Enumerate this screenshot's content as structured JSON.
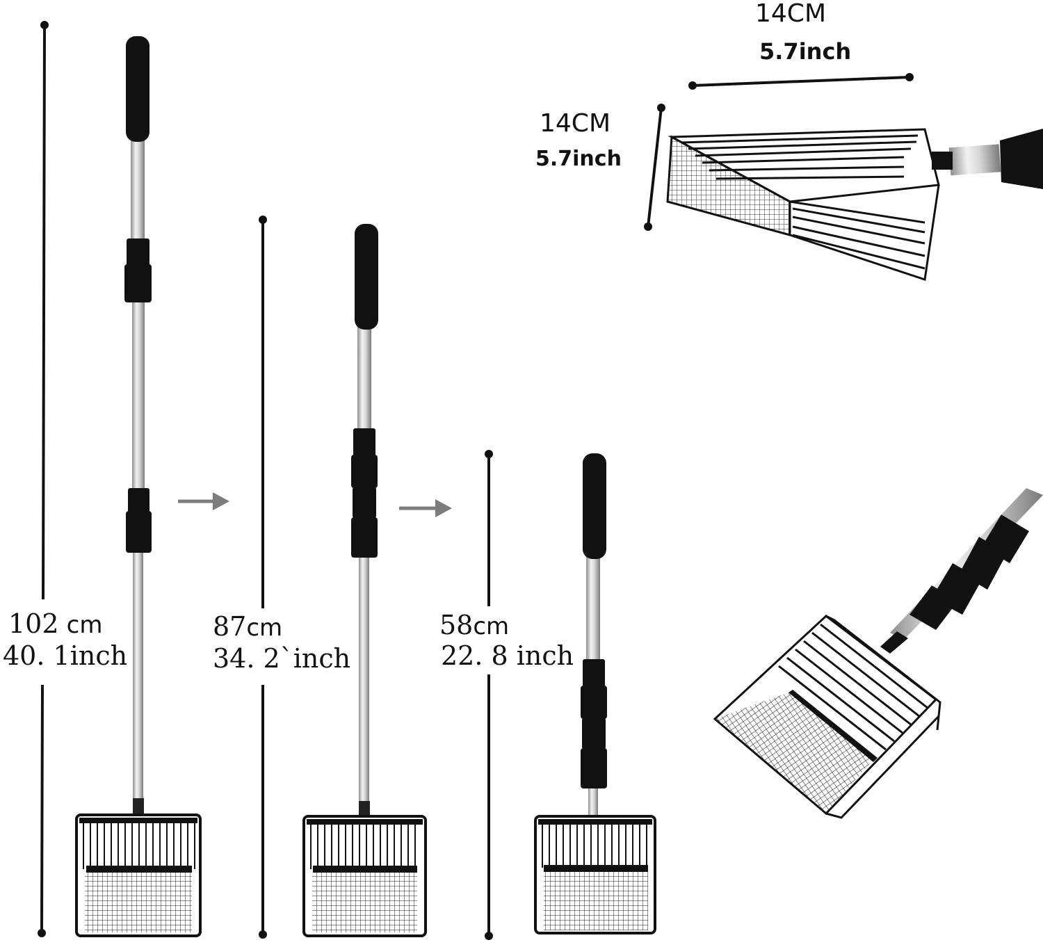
{
  "colors": {
    "background": "#ffffff",
    "line": "#111111",
    "handle": "#111111",
    "pole": "#c8c8c8",
    "arrow": "#7d7d7d",
    "mesh": "#1a1a1a"
  },
  "scoops": [
    {
      "cm_number": "102",
      "cm_unit": "cm",
      "inch_text": "40. 1inch"
    },
    {
      "cm_number": "87",
      "cm_unit": "cm",
      "inch_text": "34. 2`inch"
    },
    {
      "cm_number": "58",
      "cm_unit": "cm",
      "inch_text": "22. 8 inch"
    }
  ],
  "detail": {
    "width_cm": "14CM",
    "width_inch": "5.7inch",
    "depth_cm": "14CM",
    "depth_inch": "5.7inch"
  },
  "icons": [
    "arrow-right-icon",
    "arrow-right-icon"
  ]
}
